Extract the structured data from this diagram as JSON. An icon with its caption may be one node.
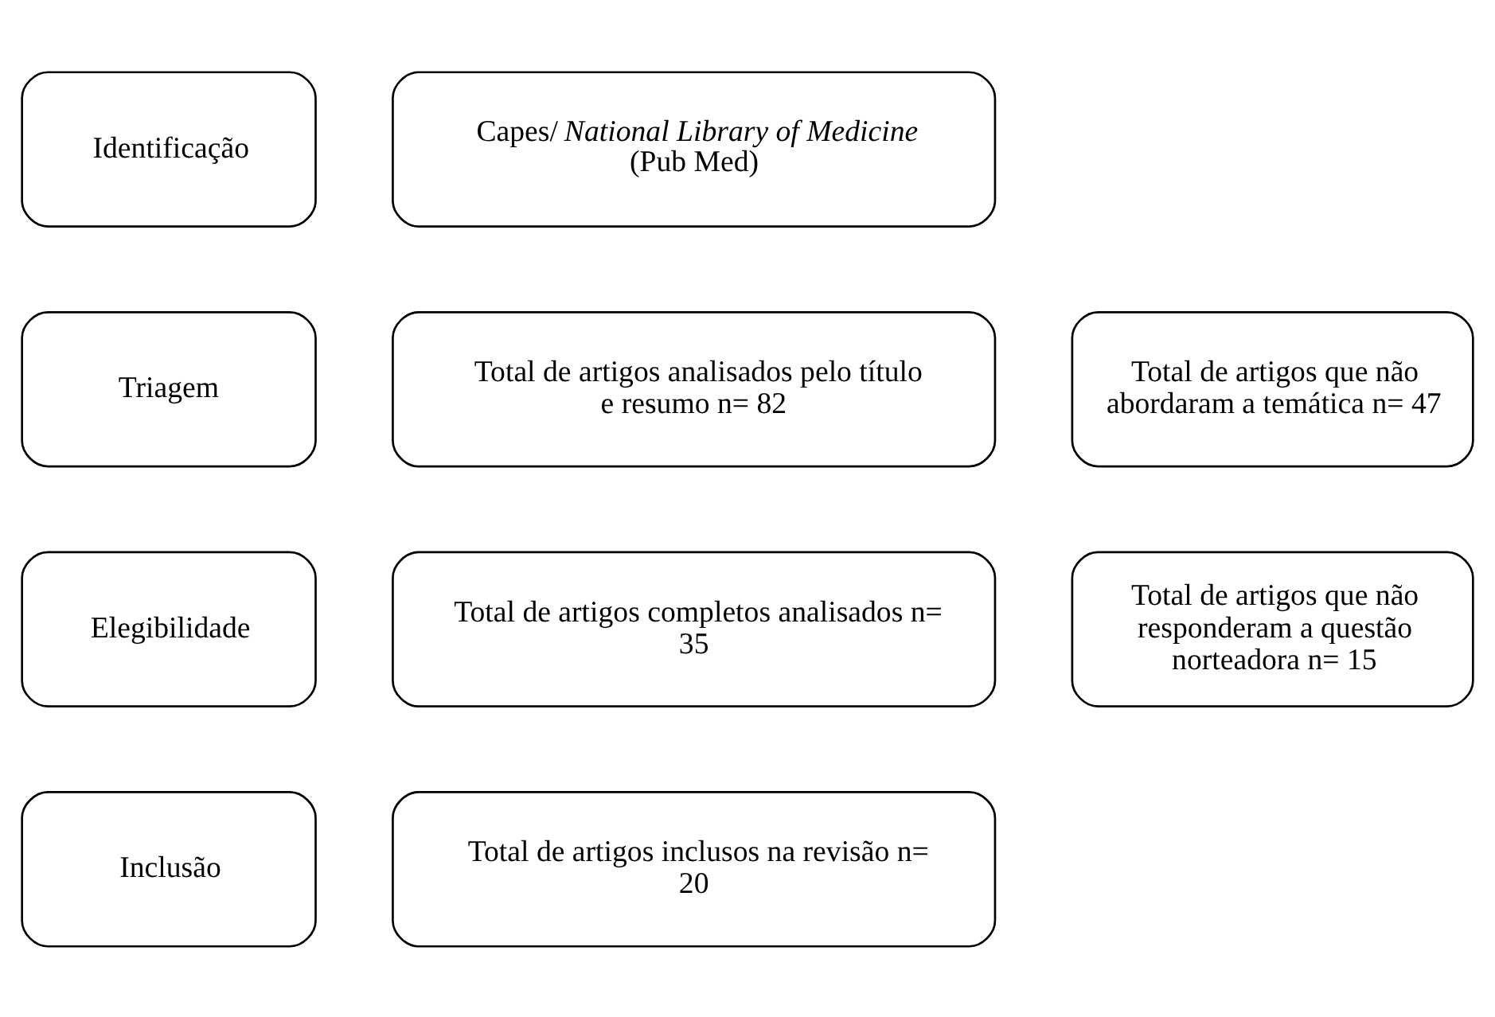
{
  "diagram": {
    "nodes": [
      {
        "text": [
          "Identificação"
        ]
      },
      {
        "text": [
          "Capes/ *National Library of Medicine* (Pub Med)"
        ]
      },
      {
        "text": [
          "Triagem"
        ]
      },
      {
        "text": [
          "Total de artigos analisados pelo título e resumo n= 82"
        ]
      },
      {
        "text": [
          "Total de artigos que não abordaram a temática n= 47"
        ]
      },
      {
        "text": [
          "Elegibilidade"
        ]
      },
      {
        "text": [
          "Total de artigos completos analisados n= 35"
        ]
      },
      {
        "text": [
          "Total de artigos que não responderam a questão norteadora n= 15"
        ]
      },
      {
        "text": [
          "Inclusão"
        ]
      },
      {
        "text": [
          "Total de artigos inclusos na revisão n= 20"
        ]
      }
    ]
  }
}
